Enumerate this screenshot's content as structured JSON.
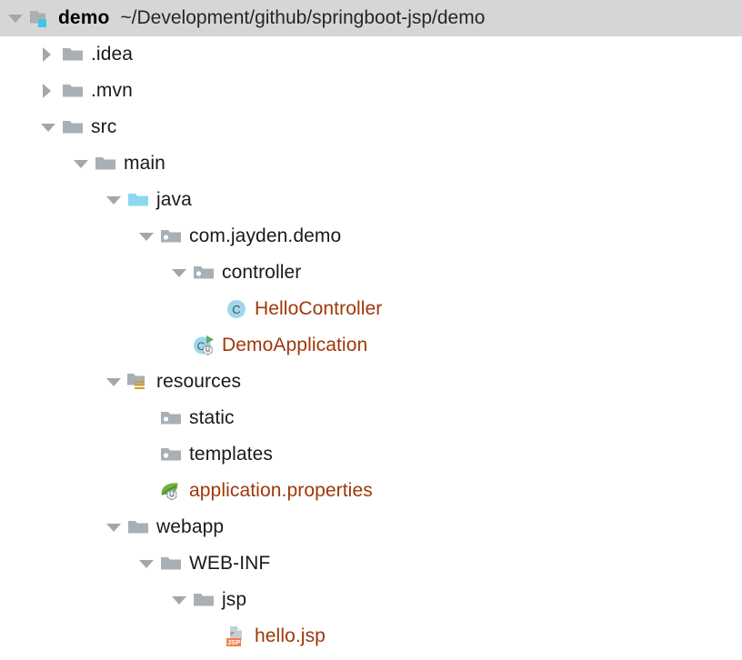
{
  "window": {
    "title": "demo",
    "tool": "project-tree"
  },
  "theme": {
    "selection_bg": "#d6d6d6",
    "row_text": "#1a1a1a",
    "modified_text": "#a0370b",
    "folder_gray": "#a8b0b5",
    "source_root_cyan": "#8ed8ef",
    "resource_badge_orange": "#d09c30",
    "jsp_badge_orange": "#f08050",
    "spring_green": "#6db33f",
    "run_green": "#59a869",
    "class_circle": "#9fd8ee"
  },
  "root": {
    "name": "demo",
    "path": "~/Development/github/springboot-jsp/demo",
    "icon": "module-icon",
    "toggle": "expanded",
    "selected": true
  },
  "nodes": [
    {
      "label": ".idea",
      "icon": "folder-icon",
      "toggle": "collapsed",
      "depth": 1,
      "modified": false
    },
    {
      "label": ".mvn",
      "icon": "folder-icon",
      "toggle": "collapsed",
      "depth": 1,
      "modified": false
    },
    {
      "label": "src",
      "icon": "folder-icon",
      "toggle": "expanded",
      "depth": 1,
      "modified": false
    },
    {
      "label": "main",
      "icon": "folder-icon",
      "toggle": "expanded",
      "depth": 2,
      "modified": false
    },
    {
      "label": "java",
      "icon": "source-root-folder-icon",
      "toggle": "expanded",
      "depth": 3,
      "modified": false
    },
    {
      "label": "com.jayden.demo",
      "icon": "package-icon",
      "toggle": "expanded",
      "depth": 4,
      "modified": false
    },
    {
      "label": "controller",
      "icon": "package-icon",
      "toggle": "expanded",
      "depth": 5,
      "modified": false
    },
    {
      "label": "HelloController",
      "icon": "java-class-icon",
      "toggle": "none",
      "depth": 6,
      "modified": true
    },
    {
      "label": "DemoApplication",
      "icon": "spring-boot-application-icon",
      "toggle": "none",
      "depth": 5,
      "modified": true
    },
    {
      "label": "resources",
      "icon": "resource-root-folder-icon",
      "toggle": "expanded",
      "depth": 3,
      "modified": false
    },
    {
      "label": "static",
      "icon": "package-icon",
      "toggle": "none",
      "depth": 4,
      "modified": false
    },
    {
      "label": "templates",
      "icon": "package-icon",
      "toggle": "none",
      "depth": 4,
      "modified": false
    },
    {
      "label": "application.properties",
      "icon": "spring-properties-icon",
      "toggle": "none",
      "depth": 4,
      "modified": true
    },
    {
      "label": "webapp",
      "icon": "folder-icon",
      "toggle": "expanded",
      "depth": 3,
      "modified": false
    },
    {
      "label": "WEB-INF",
      "icon": "folder-icon",
      "toggle": "expanded",
      "depth": 4,
      "modified": false
    },
    {
      "label": "jsp",
      "icon": "folder-icon",
      "toggle": "expanded",
      "depth": 5,
      "modified": false
    },
    {
      "label": "hello.jsp",
      "icon": "jsp-file-icon",
      "toggle": "none",
      "depth": 6,
      "modified": true
    }
  ]
}
